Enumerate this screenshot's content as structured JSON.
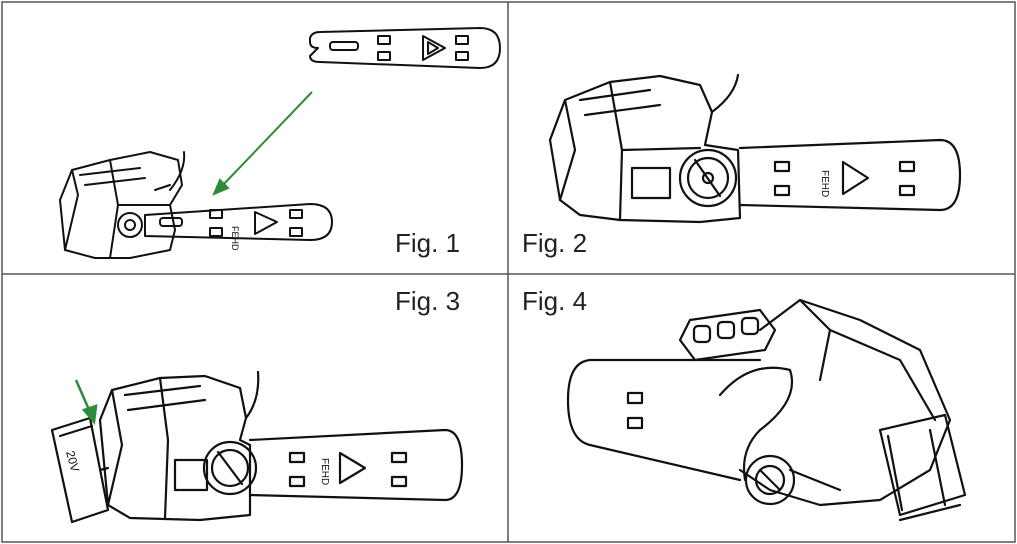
{
  "figures": {
    "fig1": {
      "caption": "Fig. 1",
      "bar_text": "FEHD"
    },
    "fig2": {
      "caption": "Fig. 2",
      "bar_text": "FEHD"
    },
    "fig3": {
      "caption": "Fig. 3",
      "bar_text": "FEHD",
      "battery_text": "20V"
    },
    "fig4": {
      "caption": "Fig. 4"
    }
  },
  "colors": {
    "line": "#111111",
    "arrow": "#2e8b3a",
    "border": "#555555"
  }
}
